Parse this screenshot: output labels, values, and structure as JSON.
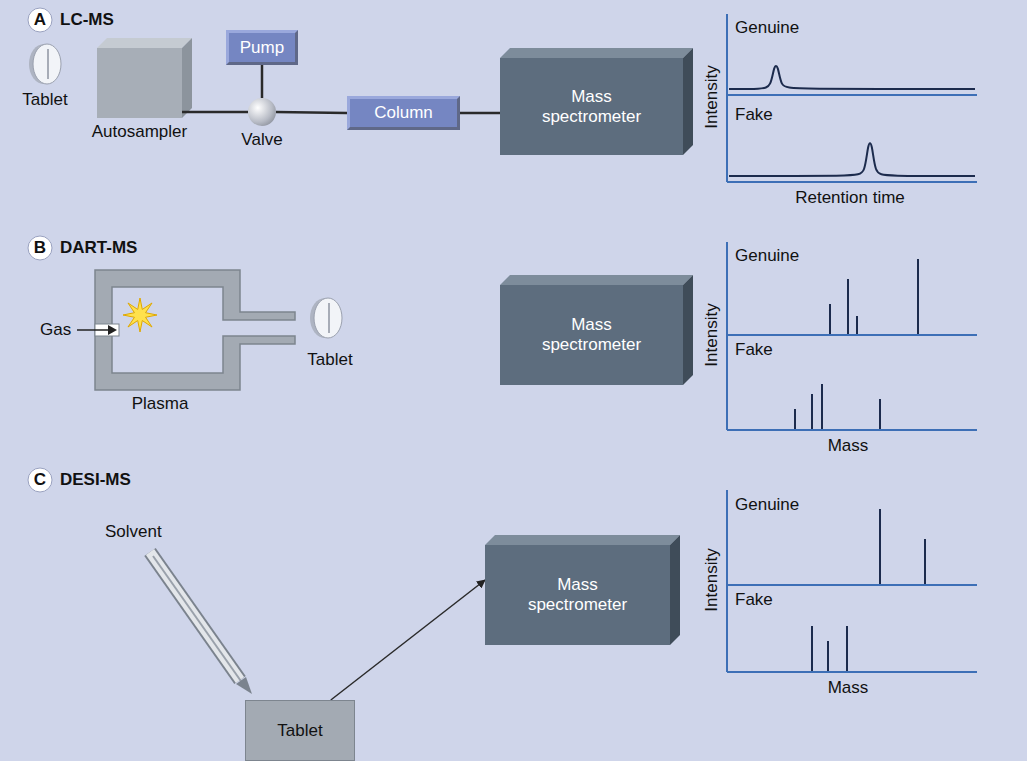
{
  "diagram": {
    "nodes": [
      {
        "text": [
          "Autosampler"
        ]
      },
      {
        "text": [
          "Pump"
        ]
      },
      {
        "text": [
          "Valve"
        ]
      },
      {
        "text": [
          "Column"
        ]
      },
      {
        "text": [
          "Mass spectrometer"
        ]
      },
      {
        "text": [
          "Plasma"
        ]
      },
      {
        "text": [
          "Mass spectrometer"
        ]
      },
      {
        "text": [
          "Tablet"
        ]
      },
      {
        "text": [
          "Mass spectrometer"
        ]
      }
    ],
    "edges": [
      {
        "from": 0,
        "to": 2,
        "arrow": "none"
      },
      {
        "from": 1,
        "to": 2,
        "arrow": "none"
      },
      {
        "from": 2,
        "to": 3,
        "arrow": "none"
      },
      {
        "from": 3,
        "to": 4,
        "arrow": "none"
      },
      {
        "from": 7,
        "to": 8,
        "arrow": "to"
      }
    ],
    "labels": [
      "A",
      "LC-MS",
      "Tablet",
      "Genuine",
      "Fake",
      "Intensity",
      "Retention time",
      "B",
      "DART-MS",
      "Gas",
      "Tablet",
      "Genuine",
      "Fake",
      "Intensity",
      "Mass",
      "C",
      "DESI-MS",
      "Solvent",
      "Genuine",
      "Fake",
      "Intensity",
      "Mass"
    ]
  }
}
